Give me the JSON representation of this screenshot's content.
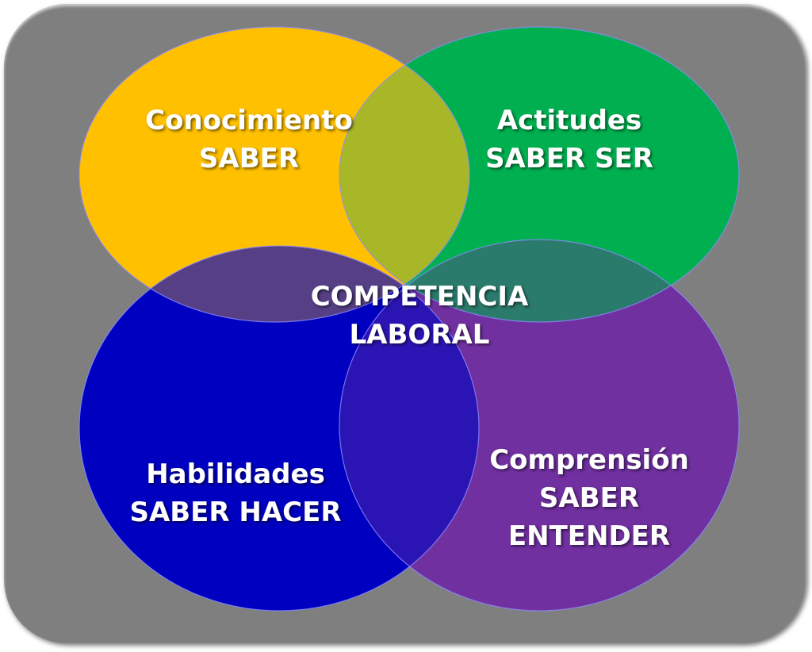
{
  "diagram": {
    "center": {
      "line1": "COMPETENCIA",
      "line2": "LABORAL"
    },
    "sets": [
      {
        "title": "Conocimiento",
        "lines": [
          "SABER"
        ],
        "color": "#FFC000"
      },
      {
        "title": "Actitudes",
        "lines": [
          "SABER SER"
        ],
        "color": "#00B050"
      },
      {
        "title": "Habilidades",
        "lines": [
          "SABER HACER"
        ],
        "color": "#0000C0"
      },
      {
        "title": "Comprensión",
        "lines": [
          "SABER",
          "ENTENDER"
        ],
        "color": "#7030A0"
      }
    ]
  }
}
